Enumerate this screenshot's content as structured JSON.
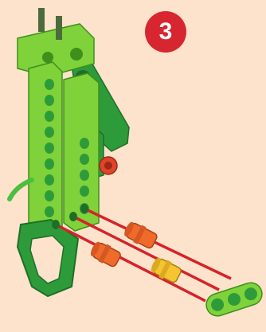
{
  "step": {
    "number": "3"
  },
  "colors": {
    "background": "#fde3cc",
    "badge": "#d72630",
    "lime": "#7fd23a",
    "dark_green": "#2e9b3a",
    "orange": "#f06a2a",
    "yellow": "#f5c531",
    "guide_line": "#d5232a"
  },
  "icons": {
    "badge": "step-badge-circle",
    "parts": [
      "beam-assembly",
      "loop-lever",
      "orange-connector-peg",
      "yellow-connector-peg",
      "three-hole-beam"
    ]
  }
}
